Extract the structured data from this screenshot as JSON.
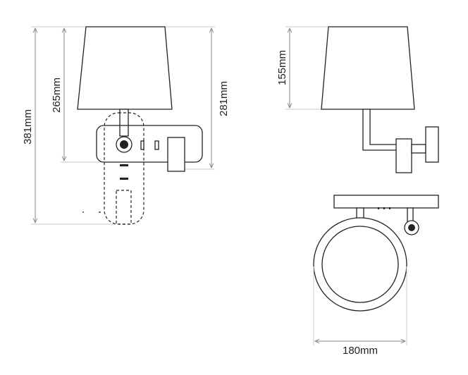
{
  "colors": {
    "line": "#222222",
    "dimension_line": "#8a8a8a",
    "extension_line": "#c9c9c9",
    "background": "#ffffff"
  },
  "dimensions": {
    "overall_height": "381mm",
    "shade_to_arm": "265mm",
    "shade_to_backplate": "281mm",
    "shade_height": "155mm",
    "shade_diameter": "180mm"
  }
}
